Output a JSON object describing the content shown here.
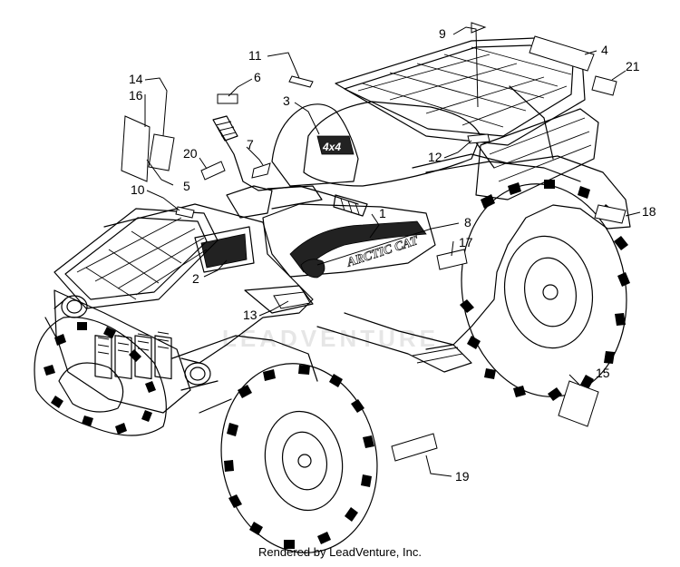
{
  "watermark": "LEADVENTURE",
  "footer": "Rendered by LeadVenture, Inc.",
  "decal_text": {
    "brand": "ARCTIC CAT",
    "model": "4x4"
  },
  "callouts": [
    {
      "id": "1",
      "label": "1"
    },
    {
      "id": "2",
      "label": "2"
    },
    {
      "id": "3",
      "label": "3"
    },
    {
      "id": "4",
      "label": "4"
    },
    {
      "id": "5",
      "label": "5"
    },
    {
      "id": "6",
      "label": "6"
    },
    {
      "id": "7",
      "label": "7"
    },
    {
      "id": "8",
      "label": "8"
    },
    {
      "id": "9",
      "label": "9"
    },
    {
      "id": "10",
      "label": "10"
    },
    {
      "id": "11",
      "label": "11"
    },
    {
      "id": "12",
      "label": "12"
    },
    {
      "id": "13",
      "label": "13"
    },
    {
      "id": "14",
      "label": "14"
    },
    {
      "id": "15",
      "label": "15"
    },
    {
      "id": "16",
      "label": "16"
    },
    {
      "id": "17",
      "label": "17"
    },
    {
      "id": "18",
      "label": "18"
    },
    {
      "id": "19",
      "label": "19"
    },
    {
      "id": "20",
      "label": "20"
    },
    {
      "id": "21",
      "label": "21"
    }
  ]
}
